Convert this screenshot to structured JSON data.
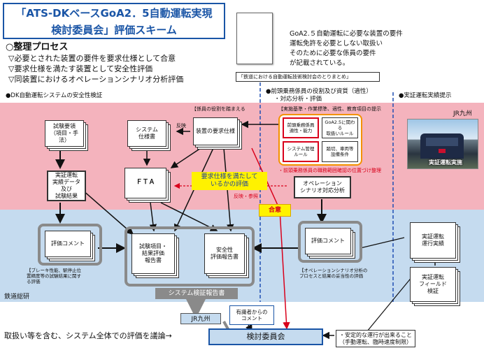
{
  "title": {
    "line1": "「ATS-DKベースGoA2．5自動運転実現",
    "line2": "検討委員会」評価スキーム"
  },
  "colors": {
    "title_text": "#1a55a6",
    "pink_zone": "#f4b3bd",
    "blue_zone": "#c5dbef",
    "orange": "#f39200",
    "red": "#d9001b",
    "yellow": "#fff200",
    "blue_dash": "#1f4eb4",
    "jr_red": "#c8102e"
  },
  "process": {
    "heading": "○整理プロセス",
    "items": [
      "▽必要とされた装置の要件を要求仕様として合意",
      "▽要求仕様を満たす装置として安全性評価",
      "▽同装置におけるオペレーションシナリオ分析評価"
    ]
  },
  "report": {
    "cover_text": "",
    "caption": "「鉄道における自動運転技術検討会のとりまとめ」",
    "desc": [
      "GoA2.５自動運転に必要な装置の要件",
      "運転免許を必要としない取扱い",
      "そのために必要な係員の要件",
      "が記載されている。"
    ]
  },
  "section_headers": {
    "left": "●DK自動運転システムの安全性検証",
    "mid": "●前頭乗務係員の役割及び資質（適性）",
    "mid_sub": "・対応分析・評価",
    "right": "●実証運転実績提示"
  },
  "boxes": {
    "test_spec": "試験要領\n（項目・手法）",
    "system_spec": "システム\n仕様書",
    "device_req": "装置の要求仕様",
    "test_data": "実証運転\n実績データ\n及び\n試験結果",
    "fta_title": "ＦＴＡ",
    "fta_small": "",
    "op_scenario": "オペレーション\nシナリオ対応分析",
    "eval_left": "評価コメント",
    "eval_right": "評価コメント",
    "test_report": "試験項目・\n結果評価\n報告書",
    "safety_report": "安全性\n評価報告書",
    "sys_verify": "システム検証報告書",
    "expert": "有識者からの\nコメント",
    "committee": "検討委員会",
    "jr_small": "JR九州",
    "run_record": "実証運転\n運行実績",
    "field_verify": "実証運転\nフィールド\n検証"
  },
  "orange_group": {
    "top_label": "【実施基準・作業標準、適性、教育項目の提示",
    "cells": [
      "前頭乗務係員\n適性・能力",
      "GoA2.5に関わる\n取扱いルール",
      "システム管理\nルール",
      "踏切、車両等\n設備条件"
    ],
    "bottom_label": "・前頭乗務係員の職務範囲確認の位置づけ整理"
  },
  "labels": {
    "req_note": "【係員の役割を踏まえる",
    "reflect1": "反映",
    "reflect2": "反映・参照",
    "requirement_check": "要求仕様を満たして\nいるかの評価",
    "agreement": "合意",
    "left_comment_note": "【ブレーキ性能、駅停止位\n置精度等の試験結果に関す\nる評価",
    "right_comment_note": "【オペレーションシナリオ分析の\nプロセスと結果の妥当性の評価",
    "tetsudo_soken": "鉄道総研",
    "jr_kyushu": "JR九州",
    "photo_caption": "実証運転実施",
    "bottom_left": "取扱い等を含む、システム全体での評価を議論→",
    "bottom_right": "・安定的な運行が出来ること\n（手動運転、臨時速度制限）"
  }
}
